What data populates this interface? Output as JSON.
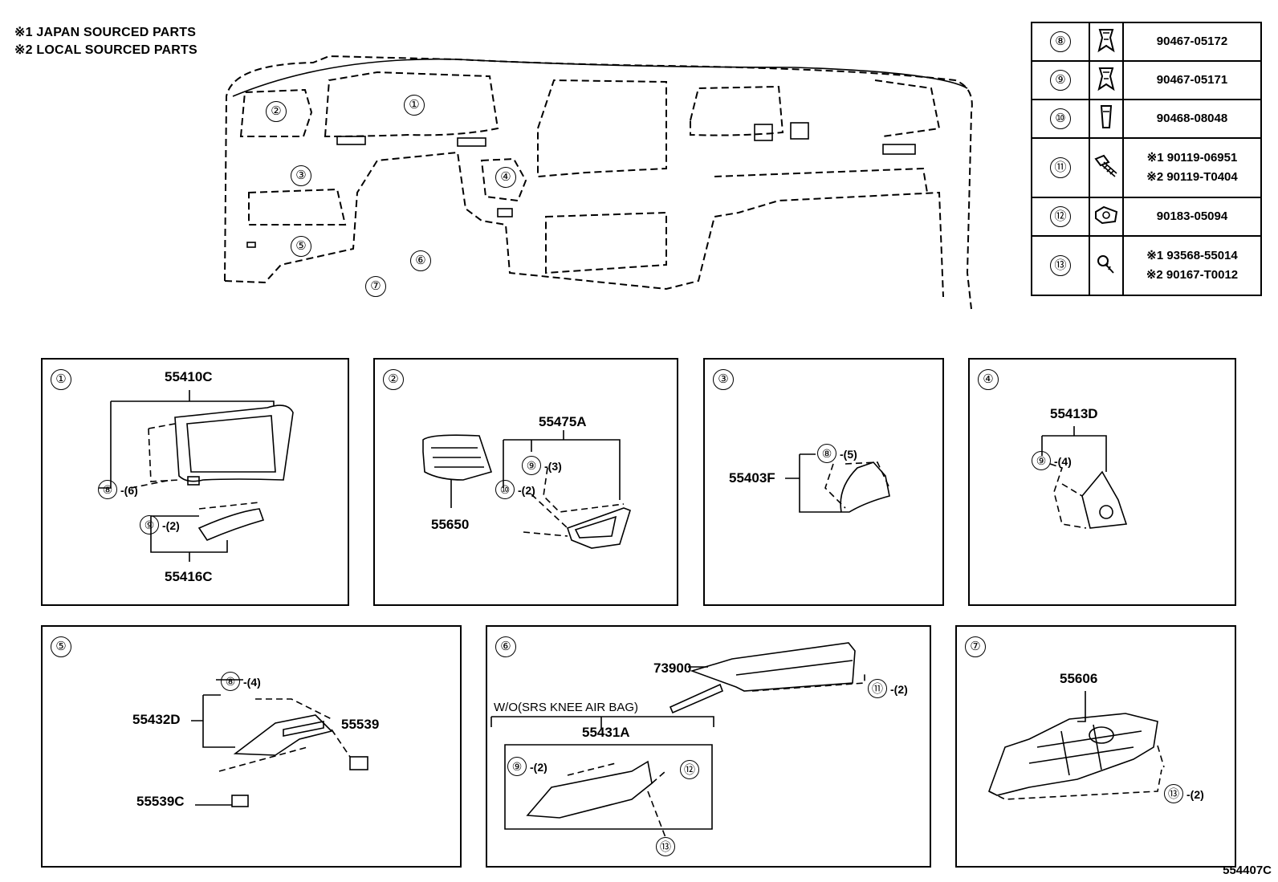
{
  "notes": [
    "※1 JAPAN SOURCED PARTS",
    "※2 LOCAL SOURCED PARTS"
  ],
  "overview_callouts": [
    "①",
    "②",
    "③",
    "④",
    "⑤",
    "⑥",
    "⑦"
  ],
  "fastener_table": [
    {
      "ref": "⑧",
      "icon": "clip-icon",
      "lines": [
        "90467-05172"
      ]
    },
    {
      "ref": "⑨",
      "icon": "clip-icon",
      "lines": [
        "90467-05171"
      ]
    },
    {
      "ref": "⑩",
      "icon": "clip-icon",
      "lines": [
        "90468-08048"
      ]
    },
    {
      "ref": "⑪",
      "icon": "bolt-icon",
      "lines": [
        "※1 90119-06951",
        "※2 90119-T0404"
      ]
    },
    {
      "ref": "⑫",
      "icon": "nut-icon",
      "lines": [
        "90183-05094"
      ]
    },
    {
      "ref": "⑬",
      "icon": "screw-icon",
      "lines": [
        "※1 93568-55014",
        "※2 90167-T0012"
      ]
    }
  ],
  "panels": {
    "p1": {
      "num": "①",
      "labels": [
        "55410C",
        "55416C"
      ],
      "callouts": [
        {
          "ref": "⑧",
          "qty": "-(6)"
        },
        {
          "ref": "⑨",
          "qty": "-(2)"
        }
      ]
    },
    "p2": {
      "num": "②",
      "labels": [
        "55475A",
        "55650"
      ],
      "callouts": [
        {
          "ref": "⑨",
          "qty": "-(3)"
        },
        {
          "ref": "⑩",
          "qty": "-(2)"
        }
      ]
    },
    "p3": {
      "num": "③",
      "labels": [
        "55403F"
      ],
      "callouts": [
        {
          "ref": "⑧",
          "qty": "-(5)"
        }
      ]
    },
    "p4": {
      "num": "④",
      "labels": [
        "55413D"
      ],
      "callouts": [
        {
          "ref": "⑨",
          "qty": "-(4)"
        }
      ]
    },
    "p5": {
      "num": "⑤",
      "labels": [
        "55432D",
        "55539",
        "55539C"
      ],
      "callouts": [
        {
          "ref": "⑧",
          "qty": "-(4)"
        }
      ]
    },
    "p6": {
      "num": "⑥",
      "labels": [
        "73900",
        "55431A"
      ],
      "condition": "W/O(SRS KNEE AIR BAG)",
      "callouts": [
        {
          "ref": "⑪",
          "qty": "-(2)"
        },
        {
          "ref": "⑨",
          "qty": "-(2)"
        },
        {
          "ref": "⑫",
          "qty": ""
        },
        {
          "ref": "⑬",
          "qty": ""
        }
      ]
    },
    "p7": {
      "num": "⑦",
      "labels": [
        "55606"
      ],
      "callouts": [
        {
          "ref": "⑬",
          "qty": "-(2)"
        }
      ]
    }
  },
  "diagram_code": "554407C"
}
